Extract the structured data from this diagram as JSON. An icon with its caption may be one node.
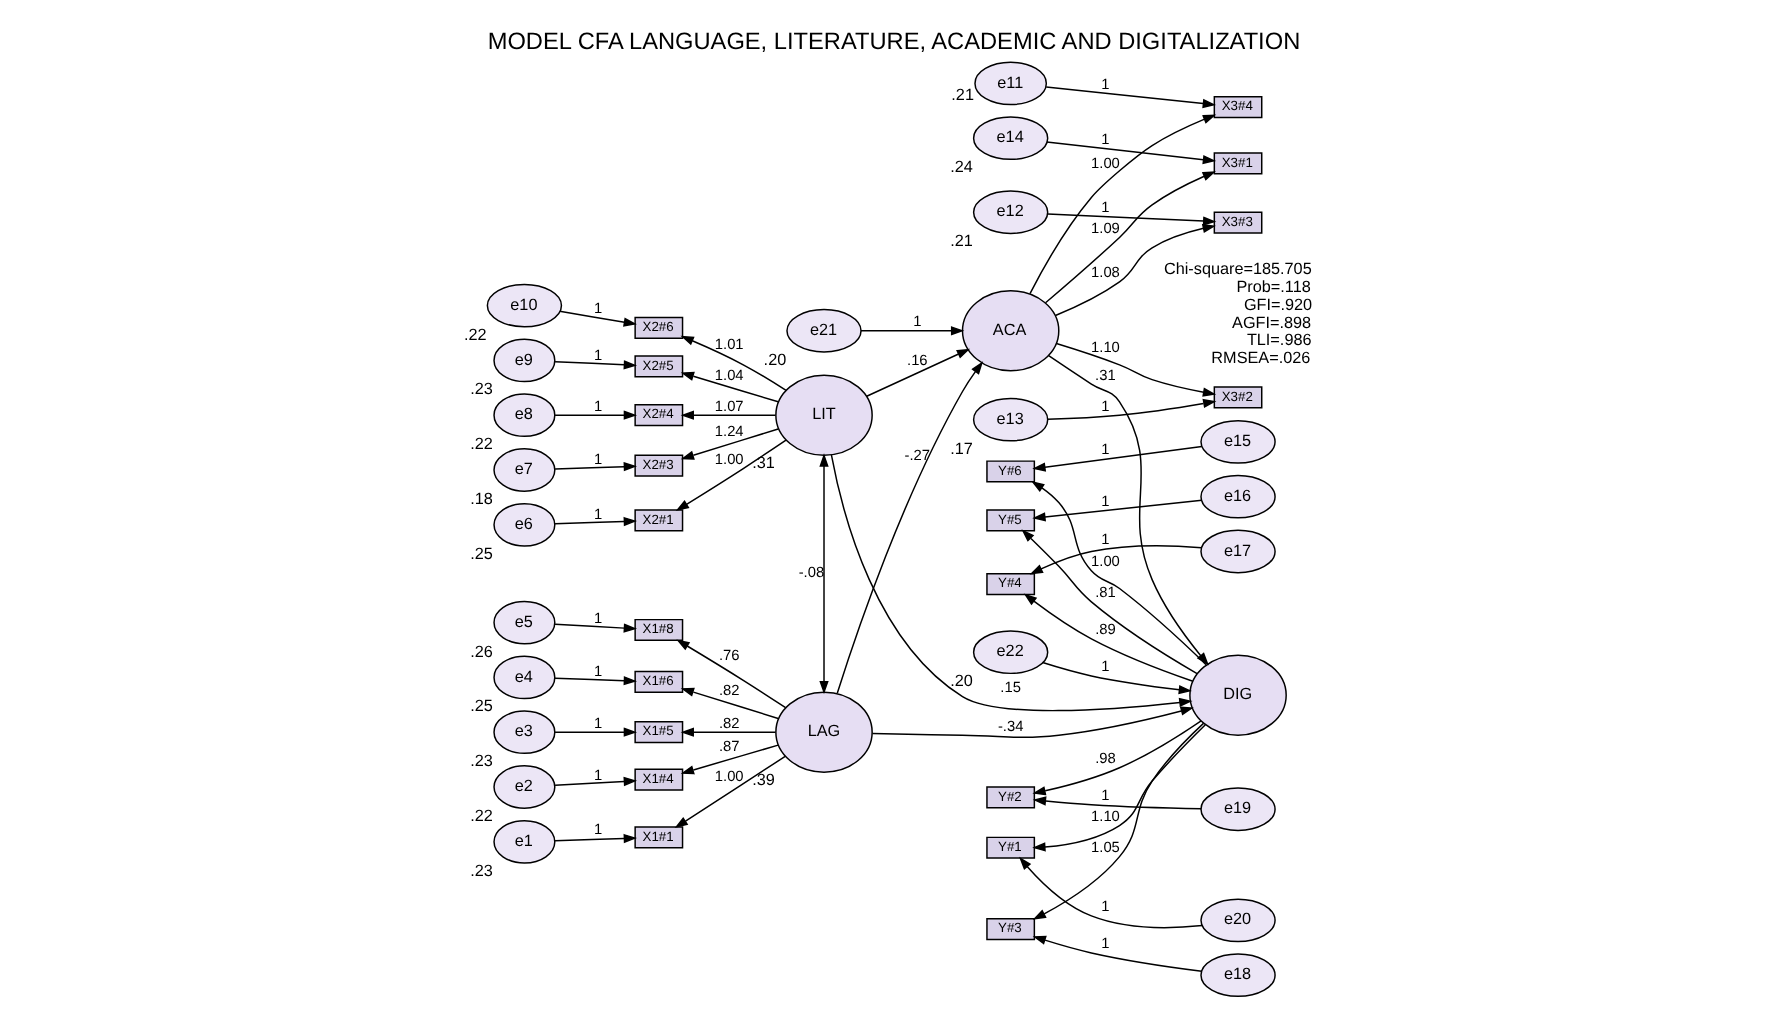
{
  "diagram": {
    "title": "MODEL CFA LANGUAGE, LITERATURE, ACADEMIC AND DIGITALIZATION",
    "nodes": [
      {
        "text": [
          "e5"
        ],
        "beside": [
          ".26"
        ]
      },
      {
        "text": [
          "X1#8"
        ]
      },
      {
        "text": [
          "e4"
        ],
        "beside": [
          ".25"
        ]
      },
      {
        "text": [
          "X1#6"
        ]
      },
      {
        "text": [
          "e3"
        ],
        "beside": [
          ".23"
        ]
      },
      {
        "text": [
          "X1#5"
        ]
      },
      {
        "text": [
          "e2"
        ],
        "beside": [
          ".22"
        ]
      },
      {
        "text": [
          "X1#4"
        ]
      },
      {
        "text": [
          "e1"
        ],
        "beside": [
          ".23"
        ]
      },
      {
        "text": [
          "X1#1"
        ]
      },
      {
        "text": [
          "LAG"
        ],
        "beside": [
          ".39"
        ]
      },
      {
        "text": [
          "e10"
        ],
        "beside": [
          ".22"
        ]
      },
      {
        "text": [
          "X2#6"
        ]
      },
      {
        "text": [
          "e9"
        ],
        "beside": [
          ".23"
        ]
      },
      {
        "text": [
          "X2#5"
        ]
      },
      {
        "text": [
          "e8"
        ],
        "beside": [
          ".22"
        ]
      },
      {
        "text": [
          "X2#4"
        ]
      },
      {
        "text": [
          "e7"
        ],
        "beside": [
          ".18"
        ]
      },
      {
        "text": [
          "X2#3"
        ]
      },
      {
        "text": [
          "e6"
        ],
        "beside": [
          ".25"
        ]
      },
      {
        "text": [
          "X2#1"
        ]
      },
      {
        "text": [
          "LIT"
        ],
        "beside": [
          ".31"
        ]
      },
      {
        "text": [
          "e21"
        ],
        "beside": [
          ".20"
        ]
      },
      {
        "text": [
          "ACA"
        ]
      },
      {
        "text": [
          "X3#1"
        ]
      },
      {
        "text": [
          "X3#2"
        ]
      },
      {
        "text": [
          "X3#3"
        ]
      },
      {
        "text": [
          "X3#4"
        ]
      },
      {
        "text": [
          "e14"
        ],
        "beside": [
          ".24"
        ]
      },
      {
        "text": [
          "e13"
        ],
        "beside": [
          ".17"
        ]
      },
      {
        "text": [
          "e12"
        ],
        "beside": [
          ".21"
        ]
      },
      {
        "text": [
          "e11"
        ],
        "beside": [
          ".21"
        ]
      },
      {
        "text": [
          "e22"
        ],
        "beside": [
          ".20"
        ]
      },
      {
        "text": [
          "DIG"
        ]
      },
      {
        "text": [
          "Y#6"
        ]
      },
      {
        "text": [
          "Y#5"
        ]
      },
      {
        "text": [
          "Y#4"
        ]
      },
      {
        "text": [
          "Y#3"
        ]
      },
      {
        "text": [
          "Y#2"
        ]
      },
      {
        "text": [
          "Y#1"
        ]
      },
      {
        "text": [
          "e15"
        ]
      },
      {
        "text": [
          "e16"
        ]
      },
      {
        "text": [
          "e17"
        ]
      },
      {
        "text": [
          "e18"
        ]
      },
      {
        "text": [
          "e19"
        ]
      },
      {
        "text": [
          "e20"
        ]
      }
    ],
    "edges": [
      {
        "from": 0,
        "to": 1,
        "arrow": "to",
        "label": "1"
      },
      {
        "from": 2,
        "to": 3,
        "arrow": "to",
        "label": "1"
      },
      {
        "from": 4,
        "to": 5,
        "arrow": "to",
        "label": "1"
      },
      {
        "from": 6,
        "to": 7,
        "arrow": "to",
        "label": "1"
      },
      {
        "from": 8,
        "to": 9,
        "arrow": "to",
        "label": "1"
      },
      {
        "from": 10,
        "to": 1,
        "arrow": "to",
        "label": ".76"
      },
      {
        "from": 10,
        "to": 3,
        "arrow": "to",
        "label": ".82"
      },
      {
        "from": 10,
        "to": 5,
        "arrow": "to",
        "label": ".82"
      },
      {
        "from": 10,
        "to": 7,
        "arrow": "to",
        "label": ".87"
      },
      {
        "from": 10,
        "to": 9,
        "arrow": "to",
        "label": "1.00"
      },
      {
        "from": 11,
        "to": 12,
        "arrow": "to",
        "label": "1"
      },
      {
        "from": 13,
        "to": 14,
        "arrow": "to",
        "label": "1"
      },
      {
        "from": 15,
        "to": 16,
        "arrow": "to",
        "label": "1"
      },
      {
        "from": 17,
        "to": 18,
        "arrow": "to",
        "label": "1"
      },
      {
        "from": 19,
        "to": 20,
        "arrow": "to",
        "label": "1"
      },
      {
        "from": 21,
        "to": 12,
        "arrow": "to",
        "label": "1.01"
      },
      {
        "from": 21,
        "to": 14,
        "arrow": "to",
        "label": "1.04"
      },
      {
        "from": 21,
        "to": 16,
        "arrow": "to",
        "label": "1.07"
      },
      {
        "from": 21,
        "to": 18,
        "arrow": "to",
        "label": "1.24"
      },
      {
        "from": 21,
        "to": 20,
        "arrow": "to",
        "label": "1.00"
      },
      {
        "from": 10,
        "to": 21,
        "arrow": "both",
        "label": "-.08"
      },
      {
        "from": 10,
        "to": 23,
        "arrow": "to",
        "label": "-.27"
      },
      {
        "from": 10,
        "to": 33,
        "arrow": "to",
        "label": "-.34"
      },
      {
        "from": 21,
        "to": 23,
        "arrow": "to",
        "label": ".16"
      },
      {
        "from": 21,
        "to": 33,
        "arrow": "to",
        "label": ".15"
      },
      {
        "from": 22,
        "to": 23,
        "arrow": "to",
        "label": "1"
      },
      {
        "from": 23,
        "to": 33,
        "arrow": "to",
        "label": ".31"
      },
      {
        "from": 23,
        "to": 24,
        "arrow": "to",
        "label": "1.09"
      },
      {
        "from": 23,
        "to": 25,
        "arrow": "to",
        "label": "1.10"
      },
      {
        "from": 23,
        "to": 26,
        "arrow": "to",
        "label": "1.08"
      },
      {
        "from": 23,
        "to": 27,
        "arrow": "to",
        "label": "1.00"
      },
      {
        "from": 28,
        "to": 24,
        "arrow": "to",
        "label": "1"
      },
      {
        "from": 29,
        "to": 25,
        "arrow": "to",
        "label": "1"
      },
      {
        "from": 30,
        "to": 26,
        "arrow": "to",
        "label": "1"
      },
      {
        "from": 31,
        "to": 27,
        "arrow": "to",
        "label": "1"
      },
      {
        "from": 32,
        "to": 33,
        "arrow": "to",
        "label": "1"
      },
      {
        "from": 33,
        "to": 34,
        "arrow": "to",
        "label": "1.00"
      },
      {
        "from": 33,
        "to": 35,
        "arrow": "to",
        "label": ".81"
      },
      {
        "from": 33,
        "to": 36,
        "arrow": "to",
        "label": ".89"
      },
      {
        "from": 33,
        "to": 37,
        "arrow": "to",
        "label": "1.05"
      },
      {
        "from": 33,
        "to": 38,
        "arrow": "to",
        "label": ".98"
      },
      {
        "from": 33,
        "to": 39,
        "arrow": "to",
        "label": "1.10"
      },
      {
        "from": 40,
        "to": 34,
        "arrow": "to",
        "label": "1"
      },
      {
        "from": 41,
        "to": 35,
        "arrow": "to",
        "label": "1"
      },
      {
        "from": 42,
        "to": 36,
        "arrow": "to",
        "label": "1"
      },
      {
        "from": 43,
        "to": 37,
        "arrow": "to",
        "label": "1"
      },
      {
        "from": 44,
        "to": 38,
        "arrow": "to",
        "label": "1"
      },
      {
        "from": 45,
        "to": 39,
        "arrow": "to",
        "label": "1"
      }
    ],
    "labels": [
      "Chi-square=185.705",
      "Prob=.118",
      "GFI=.920",
      "AGFI=.898",
      "TLI=.986",
      "RMSEA=.026"
    ]
  }
}
